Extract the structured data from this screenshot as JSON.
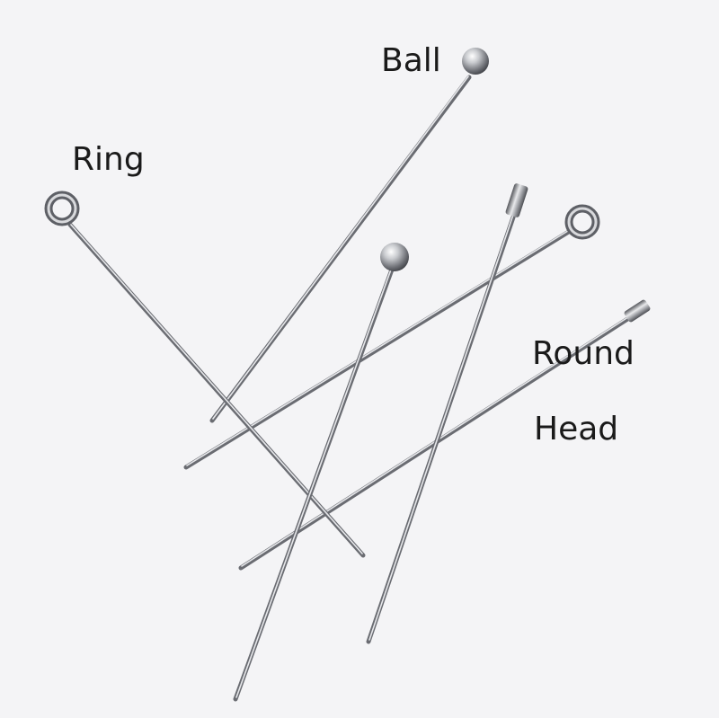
{
  "labels": {
    "ball": "Ball",
    "ring": "Ring",
    "round": "Round",
    "head": "Head"
  },
  "colors": {
    "background": "#f4f4f6",
    "steel_light": "#f2f2f4",
    "steel_mid": "#b9bbc0",
    "steel_dark": "#5e6066",
    "label_text": "#1a1a1a"
  }
}
